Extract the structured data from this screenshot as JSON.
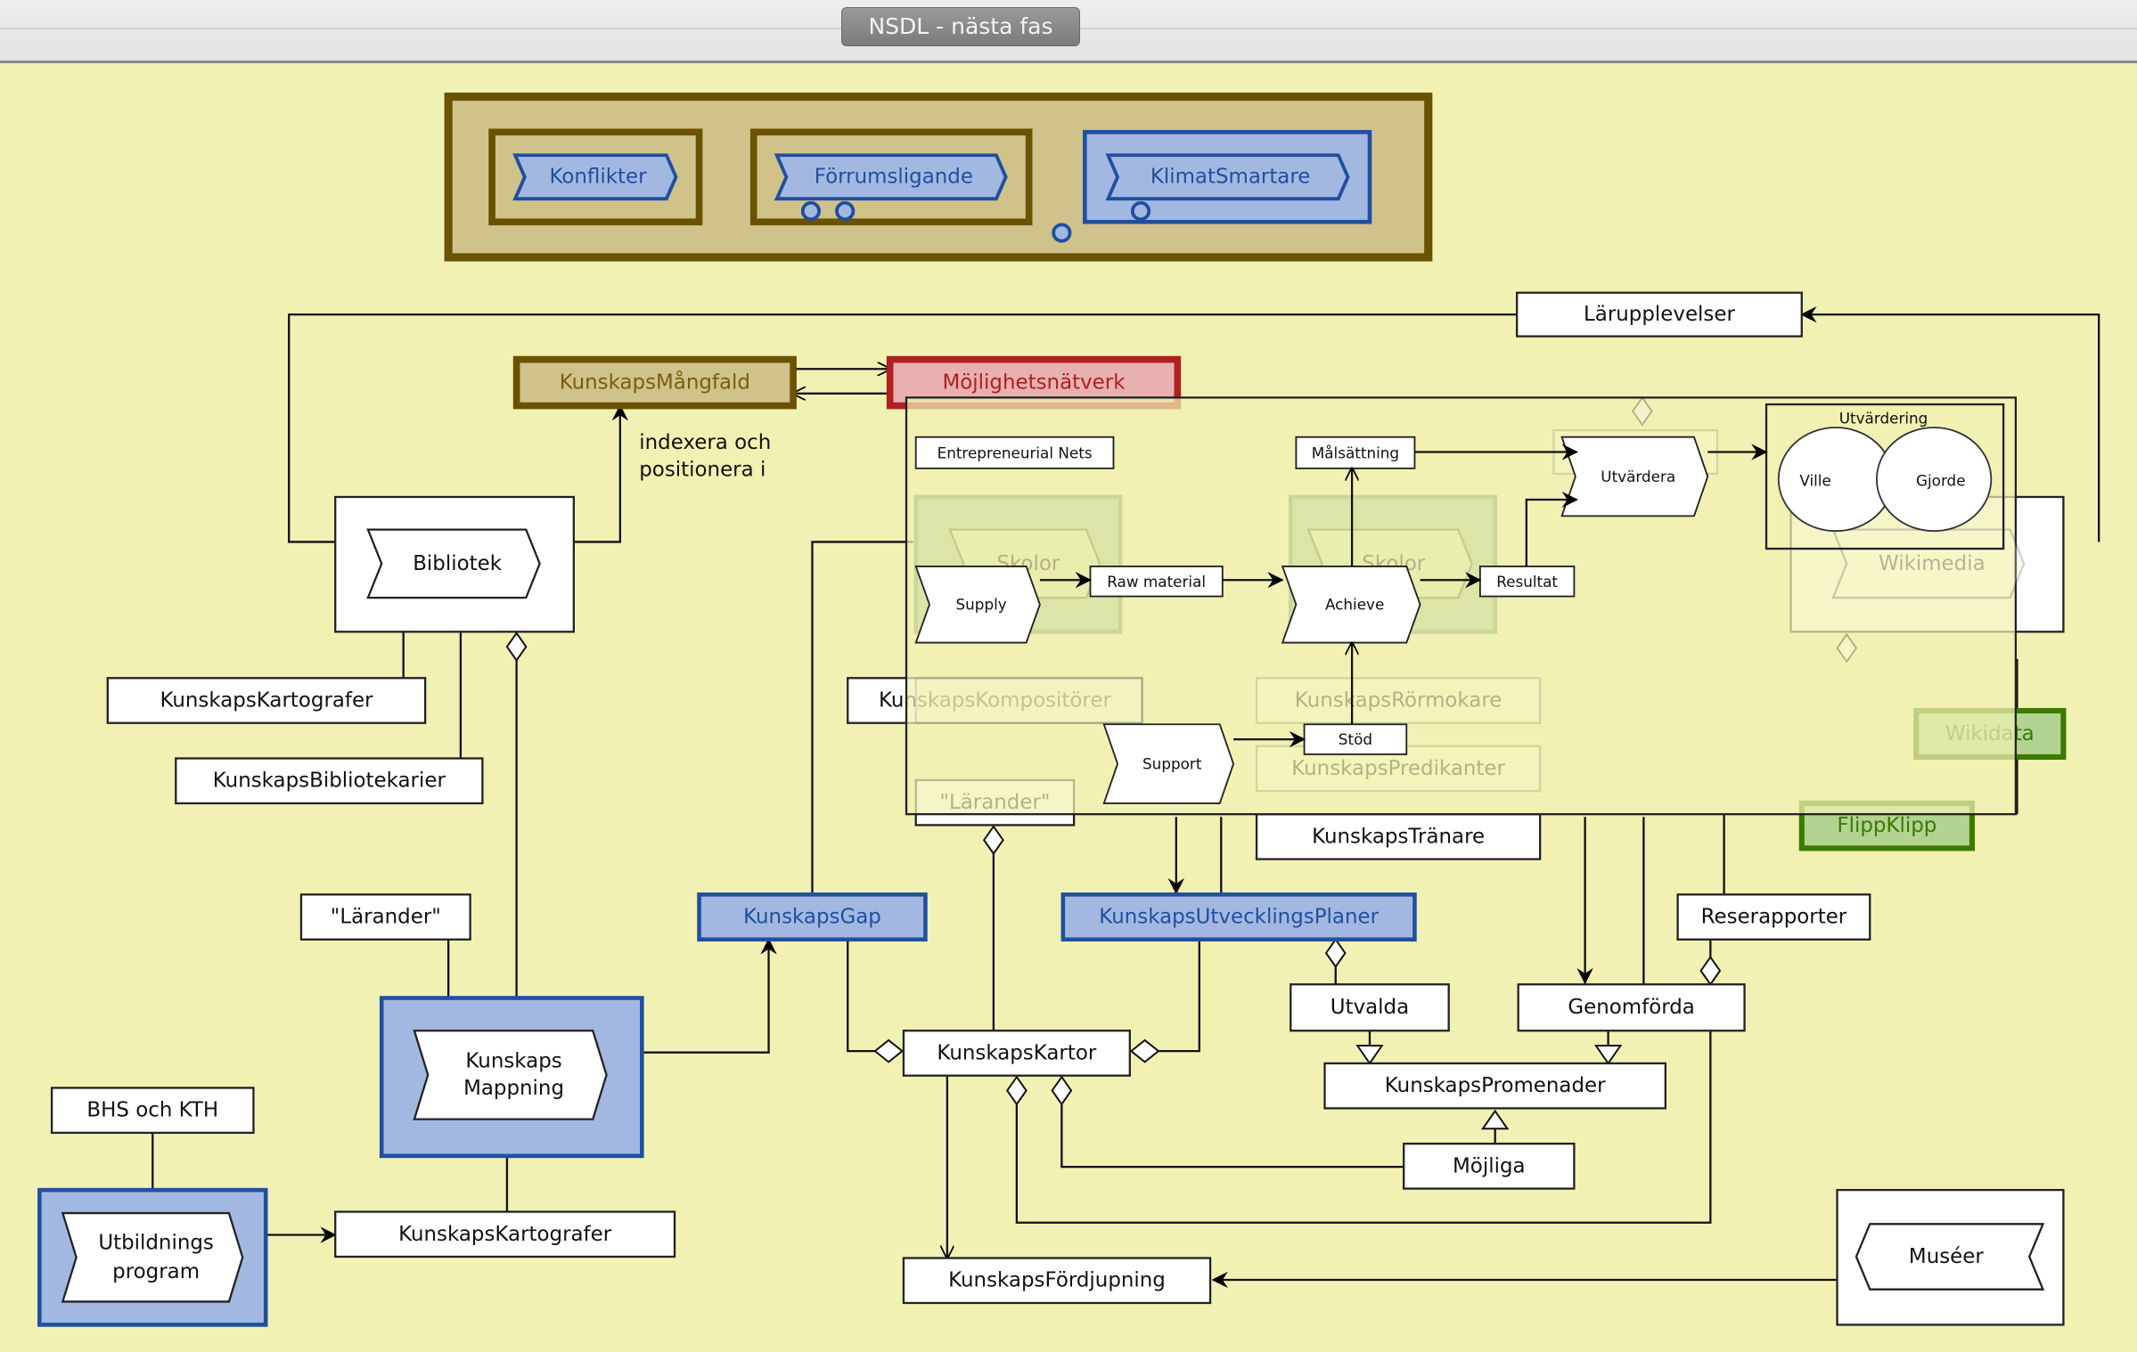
{
  "window": {
    "title": "NSDL - nästa fas"
  },
  "legend_group": {
    "items": [
      {
        "label": "Konflikter",
        "ports": 0
      },
      {
        "label": "Förrumsligande",
        "ports": 2
      },
      {
        "label": "KlimatSmartare",
        "ports": 1
      }
    ]
  },
  "nodes": {
    "larupplevelser": "Lärupplevelser",
    "kunskapsmangfald": "KunskapsMångfald",
    "mojlighetsnatverk": "Möjlighetsnätverk",
    "indexera_label": [
      "indexera och",
      "positionera i"
    ],
    "bibliotek": "Bibliotek",
    "kunskapskartografer_top": "KunskapsKartografer",
    "kunskapsbibliotekarier": "KunskapsBibliotekarier",
    "larander_left": "\"Lärander\"",
    "kunskaps_mappning": [
      "Kunskaps",
      "Mappning"
    ],
    "bhs_kth": "BHS och KTH",
    "utbildningsprogram": [
      "Utbildnings",
      "program"
    ],
    "kunskapskartografer_bottom": "KunskapsKartografer",
    "kunskapsgap": "KunskapsGap",
    "kunskapsutvecklingsplaner": "KunskapsUtvecklingsPlaner",
    "kunskapskartor": "KunskapsKartor",
    "utvalda": "Utvalda",
    "genomforda": "Genomförda",
    "reserapporter": "Reserapporter",
    "kunskapspromenader": "KunskapsPromenader",
    "mojliga": "Möjliga",
    "kunskapsfordjupning": "KunskapsFördjupning",
    "museer": "Muséer",
    "kunskapskompositorer": "KunskapsKompositörer",
    "larander_mid": "\"Lärander\"",
    "kunskapsrormokare": "KunskapsRörmokare",
    "kunskapspredikanter": "KunskapsPredikanter",
    "kunskapstranare": "KunskapsTränare",
    "skolor1": "Skolor",
    "skolor2": "Skolor",
    "wikimedia": "Wikimedia",
    "wikidata": "Wikidata",
    "flippklipp": "FlippKlipp"
  },
  "overlay": {
    "entrepreneurial_nets": "Entrepreneurial Nets",
    "malsattning": "Målsättning",
    "supply": "Supply",
    "raw_material": "Raw material",
    "achieve": "Achieve",
    "resultat": "Resultat",
    "utvardera": "Utvärdera",
    "utvardering": "Utvärdering",
    "ville": "Ville",
    "gjorde": "Gjorde",
    "support": "Support",
    "stod": "Stöd"
  },
  "colors": {
    "background": "#f1f1b3",
    "brown_fill": "#cfc28a",
    "brown_stroke": "#6b5200",
    "blue_fill": "#a3b8e0",
    "blue_stroke": "#1f4fa0",
    "red_fill": "#e8b0b0",
    "red_stroke": "#b02020",
    "green_fill": "#b3d393",
    "green_stroke": "#3d7a00"
  }
}
